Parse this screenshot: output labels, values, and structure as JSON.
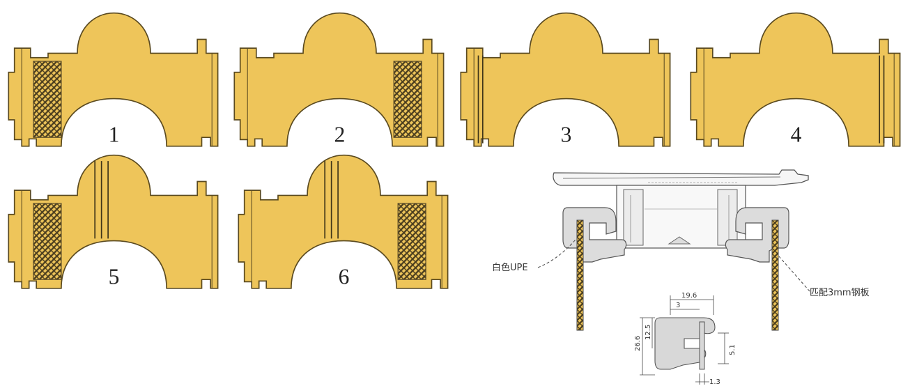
{
  "figure": {
    "variants": [
      {
        "number": "1",
        "mesh": "left",
        "grooves": "none"
      },
      {
        "number": "2",
        "mesh": "right",
        "grooves": "none"
      },
      {
        "number": "3",
        "mesh": "none",
        "grooves": "left"
      },
      {
        "number": "4",
        "mesh": "none",
        "grooves": "right"
      },
      {
        "number": "5",
        "mesh": "left",
        "grooves": "center"
      },
      {
        "number": "6",
        "mesh": "right",
        "grooves": "center"
      }
    ],
    "colors": {
      "part_fill": "#eec55a",
      "part_stroke": "#5a4a20",
      "mesh": "#5a4b28",
      "profile": "#dcdcdc"
    }
  },
  "cross_section": {
    "left_callout": "白色UPE",
    "right_callout": "匹配3mm钢板",
    "dimensions": {
      "width_top": "19.6",
      "width_inner": "3",
      "height_total": "26.6",
      "height_upper": "12.5",
      "height_lower": "5.1",
      "thickness_bottom": "1.3"
    }
  }
}
